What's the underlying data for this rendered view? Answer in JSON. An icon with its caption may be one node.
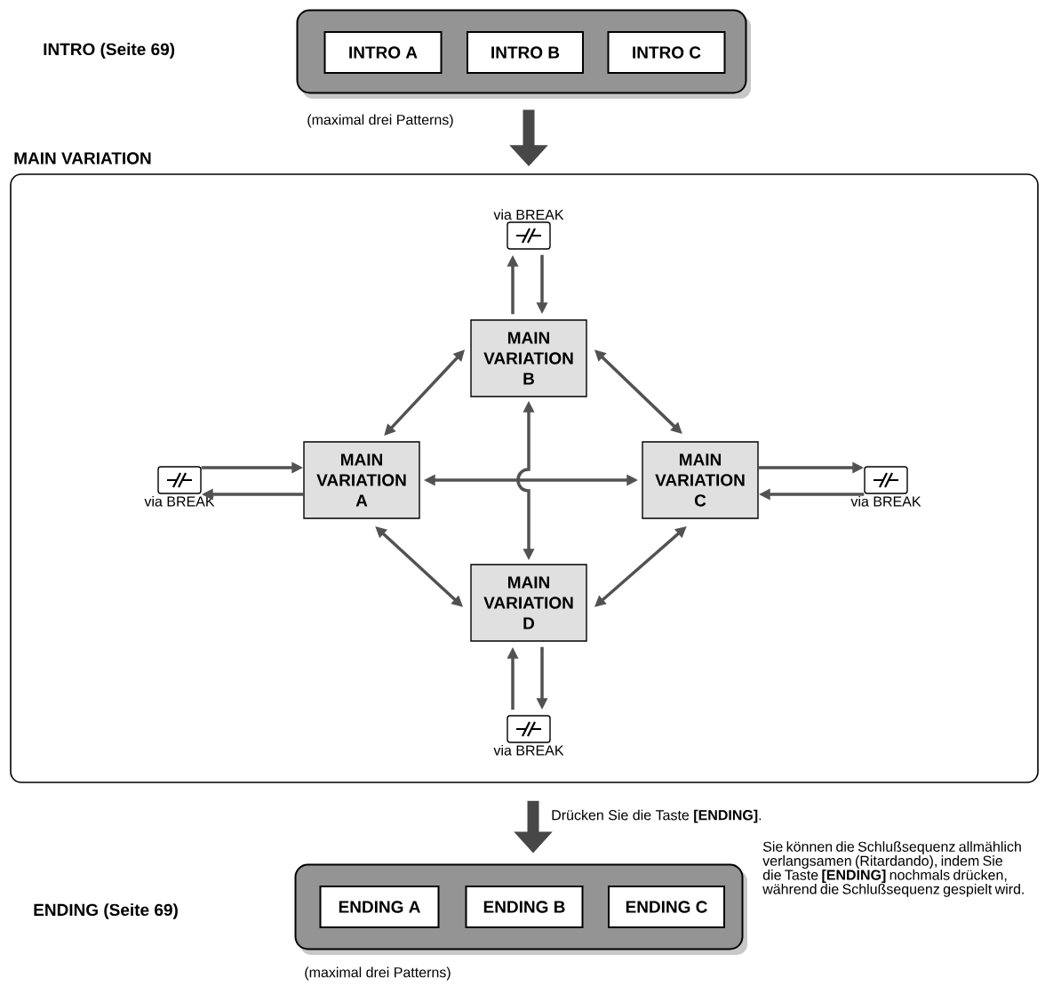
{
  "diagram": {
    "nodes": [
      {
        "text": [],
        "shape": "box",
        "beside": [
          "(maximal drei Patterns)"
        ]
      },
      {
        "text": [
          "INTRO A"
        ],
        "in": 0
      },
      {
        "text": [
          "INTRO B"
        ],
        "in": 0
      },
      {
        "text": [
          "INTRO C"
        ],
        "in": 0
      },
      {
        "text": [
          "MAIN VARIATION"
        ]
      },
      {
        "text": [
          "via BREAK"
        ],
        "in": 4
      },
      {
        "text": [
          "MAIN VARIATION B"
        ],
        "in": 4
      },
      {
        "text": [
          "via BREAK"
        ],
        "in": 4
      },
      {
        "text": [
          "MAIN VARIATION A"
        ],
        "in": 4
      },
      {
        "text": [
          "MAIN VARIATION C"
        ],
        "in": 4
      },
      {
        "text": [
          "via BREAK"
        ],
        "in": 4
      },
      {
        "text": [
          "MAIN VARIATION D"
        ],
        "in": 4
      },
      {
        "text": [
          "via BREAK"
        ],
        "in": 4
      },
      {
        "text": [],
        "shape": "box",
        "beside": [
          "(maximal drei Patterns)"
        ]
      },
      {
        "text": [
          "ENDING A"
        ],
        "in": 13
      },
      {
        "text": [
          "ENDING B"
        ],
        "in": 13
      },
      {
        "text": [
          "ENDING C"
        ],
        "in": 13
      }
    ],
    "edges": [
      {
        "from": 0,
        "to": 4,
        "arrow": "to",
        "style": "thick"
      },
      {
        "from": 6,
        "to": 5,
        "arrow": "to"
      },
      {
        "from": 5,
        "to": 6,
        "arrow": "to"
      },
      {
        "from": 7,
        "to": 8,
        "arrow": "to"
      },
      {
        "from": 8,
        "to": 7,
        "arrow": "to"
      },
      {
        "from": 9,
        "to": 10,
        "arrow": "to"
      },
      {
        "from": 10,
        "to": 9,
        "arrow": "to"
      },
      {
        "from": 12,
        "to": 11,
        "arrow": "to"
      },
      {
        "from": 11,
        "to": 12,
        "arrow": "to"
      },
      {
        "from": 8,
        "to": 6,
        "arrow": "both"
      },
      {
        "from": 6,
        "to": 9,
        "arrow": "both"
      },
      {
        "from": 8,
        "to": 11,
        "arrow": "both"
      },
      {
        "from": 9,
        "to": 11,
        "arrow": "both"
      },
      {
        "from": 8,
        "to": 9,
        "arrow": "both"
      },
      {
        "from": 11,
        "to": 6,
        "arrow": "both"
      },
      {
        "from": 4,
        "to": 13,
        "arrow": "to",
        "style": "thick",
        "label": "Drücken Sie die Taste **[ENDING]**."
      }
    ],
    "labels": [
      "INTRO (Seite 69)",
      "Sie können die Schlußsequenz allmählich verlangsamen (Ritardando), indem Sie die Taste **[ENDING]** nochmals drücken, während die Schlußsequenz gespielt wird.",
      "ENDING (Seite 69)"
    ]
  }
}
